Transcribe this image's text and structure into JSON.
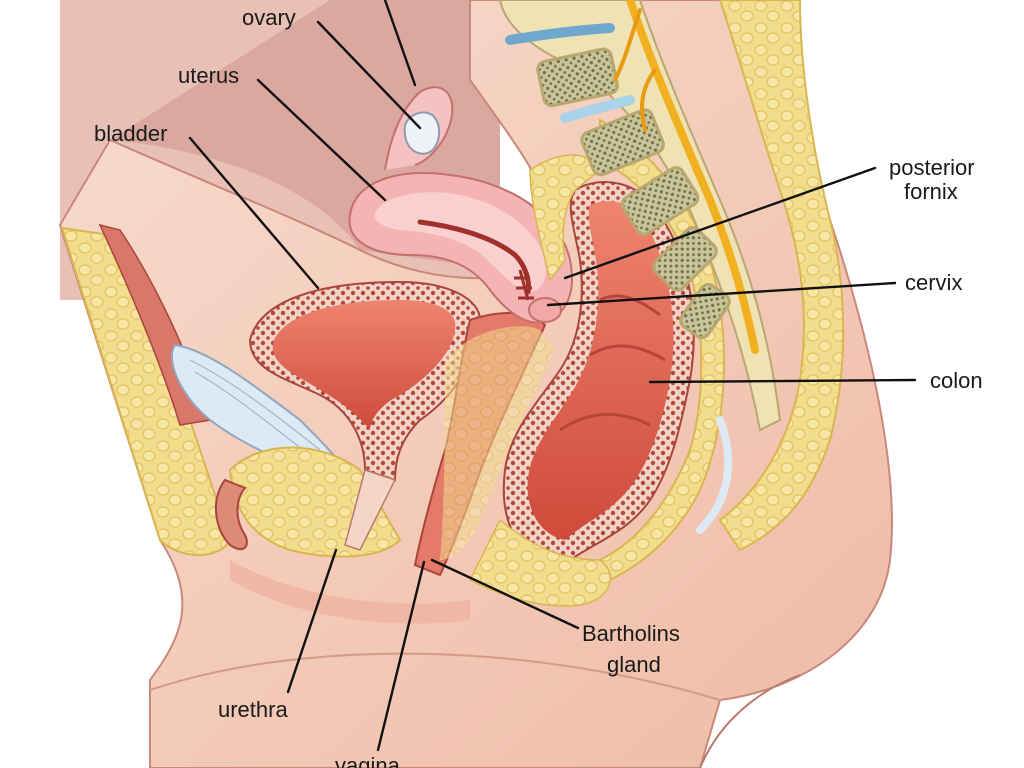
{
  "labels": {
    "ovary": "ovary",
    "uterus": "uterus",
    "bladder": "bladder",
    "posterior_fornix_line1": "posterior",
    "posterior_fornix_line2": "fornix",
    "cervix": "cervix",
    "colon": "colon",
    "bartholins_line1": "Bartholins",
    "bartholins_line2": "gland",
    "urethra": "urethra",
    "vagina": "vagina"
  },
  "colors": {
    "skin": "#f3c9b8",
    "skin_shadow": "#e0a898",
    "fat": "#f2dc8e",
    "fat_lobule": "#e6c66a",
    "muscle_wall": "#d9776a",
    "lumen": "#e2604e",
    "uterus": "#f4b4b4",
    "uterus_dark": "#a0302a",
    "bone": "#efe2b4",
    "bone_spongy": "#b8b68c",
    "disc": "#a9d3ea",
    "nerve": "#f0b020",
    "ligament": "#dde9f4",
    "line": "#111111"
  }
}
